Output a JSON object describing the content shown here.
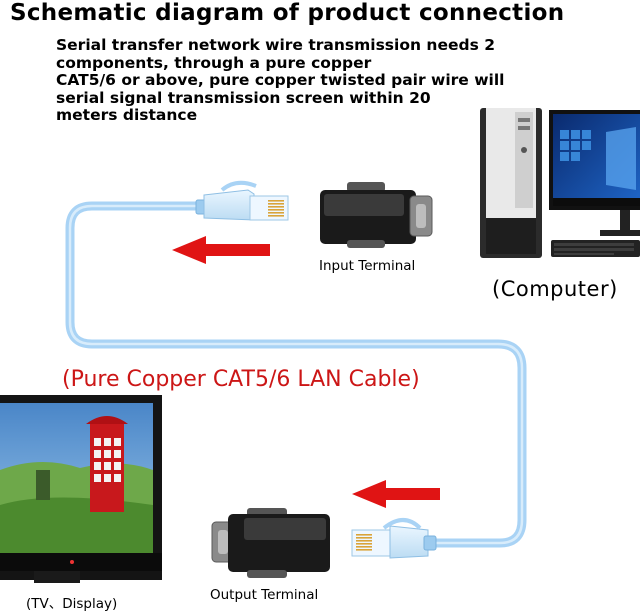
{
  "title": "Schematic diagram of product connection",
  "description_lines": [
    "Serial transfer network wire transmission needs 2",
    "components, through a pure copper",
    "CAT5/6 or above, pure copper twisted pair wire will",
    "serial signal transmission screen within 20",
    "meters distance"
  ],
  "labels": {
    "input_terminal": "Input Terminal",
    "output_terminal": "Output Terminal",
    "computer": "(Computer)",
    "tv_display": "(TV、Display)",
    "cable": "(Pure Copper CAT5/6 LAN Cable)"
  },
  "colors": {
    "cable": "#a9d3f5",
    "arrow": "#e01414",
    "cable_label": "#cc1616"
  },
  "icons": [
    "computer-tower-icon",
    "monitor-icon",
    "keyboard-icon",
    "tv-icon",
    "rj45-plug-icon",
    "db9-adapter-icon",
    "red-arrow-icon"
  ]
}
